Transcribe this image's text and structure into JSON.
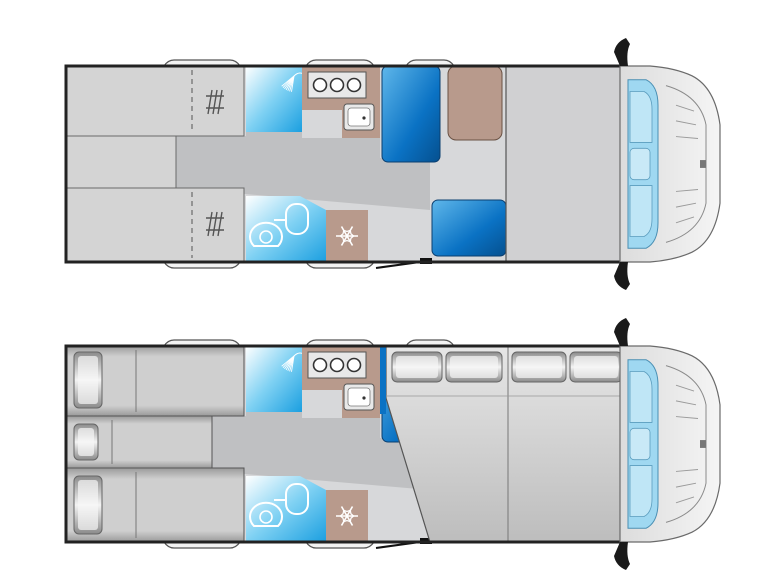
{
  "plans": [
    {
      "id": "day",
      "description_labels": [],
      "zones": {
        "rear_beds": "fixed-twin-beds-folded",
        "front": "lounge-with-swivel-cab-seats"
      }
    },
    {
      "id": "night",
      "description_labels": [],
      "zones": {
        "rear_beds": "three-beds-made-up",
        "front": "double-drop-down-bed"
      }
    }
  ],
  "icons": {
    "heater": "snowflake-icon",
    "hob": "three-ring-hob-icon",
    "shower": "shower-head-icon",
    "toilet": "toilet-icon",
    "basin": "basin-icon",
    "ladder": "ladder-icon"
  },
  "colors": {
    "wall": "#222222",
    "floor": "#d7d8da",
    "aisle": "#bfc0c2",
    "bed_fill": "#cfcfcf",
    "bathroom_blue": "#2fa8e0",
    "seat_blue": "#0a72c4",
    "wood": "#b89a8c",
    "cab": "#e8e8e8"
  }
}
